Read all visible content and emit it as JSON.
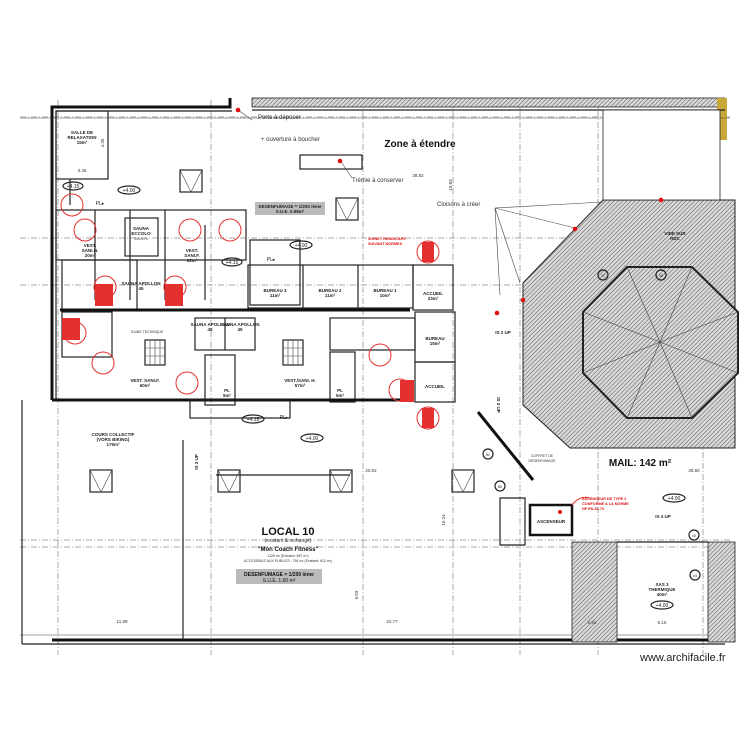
{
  "plan": {
    "zone_title": "Zone à étendre",
    "annotations": {
      "porte_line1": "Porte à déposer",
      "porte_line2": "+ ouverture à boucher",
      "tremie": "Trémie à conserver",
      "cloisons": "Cloisons à créer",
      "ascenseur_note_1": "ASCENSEUR DE TYPE 2",
      "ascenseur_note_2": "CONFORME A LA NORME",
      "ascenseur_note_3": "NF EN 81-70",
      "siphon_note_1": "SIGNET HANDICAPE",
      "siphon_note_2": "SUIVANT NORMES"
    },
    "rooms": {
      "relaxation_1": "SALLE DE",
      "relaxation_2": "RELAXATION",
      "relaxation_area": "15m²",
      "sauna_eccolo_1": "SAUNA",
      "sauna_eccolo_2": "ECCOLO",
      "sauna_eccolo_3": "200x175",
      "vest_sani_h_1": "VEST.",
      "vest_sani_h_2": "SANI.H.",
      "vest_sani_h_area": "20m²",
      "vest_sani_f_1": "VEST.",
      "vest_sani_f_2": "SANI.F.",
      "vest_sani_f_area": "22m²",
      "sauna_apollon": "SAUNA APOLLON",
      "sauna_apollon_size": "45",
      "bureau3": "BUREAU 3",
      "bureau3_area": "11m²",
      "bureau2": "BUREAU 2",
      "bureau2_area": "11m²",
      "bureau1": "BUREAU 1",
      "bureau1_area": "10m²",
      "accueil_top": "ACCUEIL",
      "accueil_top_area": "23m²",
      "bureau": "BUREAU",
      "bureau_area": "15m²",
      "accueil": "ACCUEIL",
      "gaine": "GAINE TECHNIQUE",
      "vest_sani_f_big": "VEST. SANI.F.",
      "vest_sani_f_big_area": "60m²",
      "vest_sani_h_big": "VEST./SANI. H.",
      "vest_sani_h_big_area": "57m²",
      "pl": "PL",
      "pl_area": "5m²",
      "cours_1": "COURS COLLECTIF",
      "cours_2": "(VORS BIKING)",
      "cours_area": "175m²",
      "local_title": "LOCAL 10",
      "local_sub": "(existant & inchangé)",
      "local_name": "\"Mon Coach  Fitness\"",
      "local_area": "1126 m² (Existant: 987 m²)",
      "local_public": "ACCESSIBLE AUX PUBLICS : 764 m² (Existant: 612 m²)",
      "mail": "MAIL: 142 m²",
      "ascenseur": "ASCENSEUR",
      "sas_1": "SAS 3",
      "sas_2": "THERMIQUE",
      "sas_area": "40m²",
      "vide_1": "VIDE SUR",
      "vide_2": "RDC",
      "coffret_1": "COFFRET DE",
      "coffret_2": "DESENFUMAGE"
    },
    "desenfumage_top": {
      "line1": "DESENFUMAGE = 1/200 ième",
      "line2": "S.U.E. 0.98m²"
    },
    "desenfumage_bottom": {
      "line1": "DESENFUMAGE = 1/200 ième",
      "line2": "S.U.E. 1.60 m²"
    },
    "levels": [
      "+4.15",
      "+4.00",
      "+4.00",
      "+4.15",
      "+4.15",
      "+4.00",
      "+4.00",
      "+4.00"
    ],
    "stairs": [
      "IS 3 UP",
      "IS 2 UP",
      "IS 2 UP",
      "IS 4 UP"
    ],
    "dimensions": [
      "3.45",
      "38.82",
      "20.02",
      "28.60",
      "11.99",
      "22.77",
      "15.24",
      "6.16",
      "2.91",
      "4.35",
      "10.83",
      "6.03"
    ],
    "pl_labels": [
      "PL▸",
      "PL▸",
      "PL▸"
    ],
    "axis_marks": [
      "Bc",
      "Bb",
      "x4",
      "x5",
      "37",
      "38"
    ]
  },
  "watermark": "www.archifacile.fr"
}
